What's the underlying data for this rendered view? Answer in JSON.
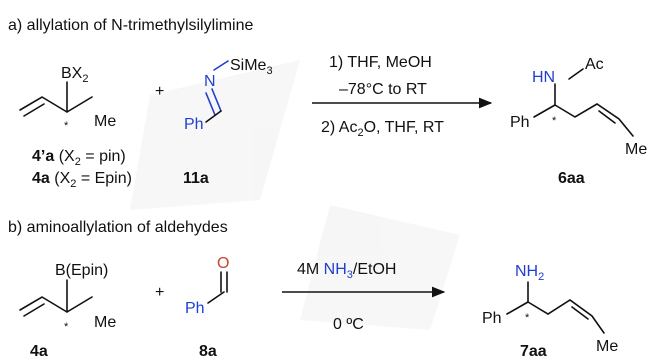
{
  "section_a": {
    "title": "a) allylation of N-trimethylsilylimine",
    "reagent_borane_group": "BX",
    "reagent_borane_sub": "2",
    "methyl": "Me",
    "stereo_mark": "*",
    "plus": "+",
    "imine_nitrogen": "N",
    "imine_silyl": "SiMe",
    "imine_silyl_sub": "3",
    "phenyl": "Ph",
    "condition_1": "1) THF, MeOH",
    "condition_temp": "–78°C to RT",
    "condition_2_pre": "2) Ac",
    "condition_2_sub": "2",
    "condition_2_post": "O, THF, RT",
    "product_nh": "HN",
    "product_acyl": "Ac",
    "label_1_bold": "4’a",
    "label_1_rest_pre": " (X",
    "label_1_sub": "2",
    "label_1_rest_post": " = pin)",
    "label_2_bold": "4a",
    "label_2_rest_pre": " (X",
    "label_2_sub": "2",
    "label_2_rest_post": " = Epin)",
    "label_imine": "11a",
    "label_product": "6aa"
  },
  "section_b": {
    "title": "b) aminoallylation of aldehydes",
    "reagent_borane_group": "B(Epin)",
    "methyl": "Me",
    "stereo_mark": "*",
    "plus": "+",
    "oxygen": "O",
    "phenyl": "Ph",
    "condition_1_pre": "4M ",
    "condition_1_nh": "NH",
    "condition_1_sub": "3",
    "condition_1_post": "/EtOH",
    "condition_temp": "0 ºC",
    "product_amine": "NH",
    "product_amine_sub": "2",
    "label_borane": "4a",
    "label_aldehyde": "8a",
    "label_product": "7aa"
  },
  "colors": {
    "heteroatom_blue": "#1f3fd0",
    "oxygen_red": "#c8442c",
    "text": "#111111"
  }
}
